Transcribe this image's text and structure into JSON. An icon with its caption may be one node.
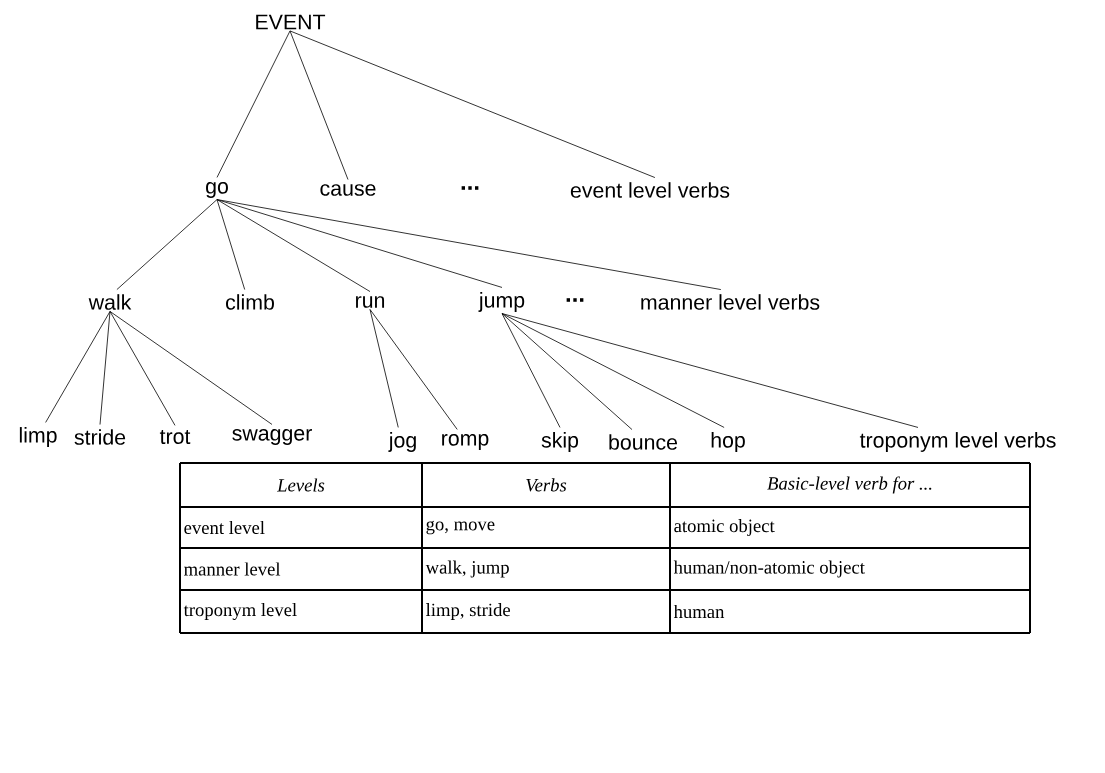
{
  "diagram": {
    "nodes": [
      {
        "text": [
          "EVENT"
        ]
      },
      {
        "text": [
          "go"
        ]
      },
      {
        "text": [
          "cause"
        ]
      },
      {
        "text": [
          "event level verbs"
        ]
      },
      {
        "text": [
          "walk"
        ]
      },
      {
        "text": [
          "climb"
        ]
      },
      {
        "text": [
          "run"
        ]
      },
      {
        "text": [
          "jump"
        ]
      },
      {
        "text": [
          "manner level verbs"
        ]
      },
      {
        "text": [
          "limp"
        ]
      },
      {
        "text": [
          "stride"
        ]
      },
      {
        "text": [
          "trot"
        ]
      },
      {
        "text": [
          "swagger"
        ]
      },
      {
        "text": [
          "jog"
        ]
      },
      {
        "text": [
          "romp"
        ]
      },
      {
        "text": [
          "skip"
        ]
      },
      {
        "text": [
          "bounce"
        ]
      },
      {
        "text": [
          "hop"
        ]
      },
      {
        "text": [
          "troponym level verbs"
        ]
      }
    ],
    "edges": [
      {
        "from": 0,
        "to": 1,
        "arrow": "none"
      },
      {
        "from": 0,
        "to": 2,
        "arrow": "none"
      },
      {
        "from": 0,
        "to": 3,
        "arrow": "none"
      },
      {
        "from": 1,
        "to": 4,
        "arrow": "none"
      },
      {
        "from": 1,
        "to": 5,
        "arrow": "none"
      },
      {
        "from": 1,
        "to": 6,
        "arrow": "none"
      },
      {
        "from": 1,
        "to": 7,
        "arrow": "none"
      },
      {
        "from": 1,
        "to": 8,
        "arrow": "none"
      },
      {
        "from": 4,
        "to": 9,
        "arrow": "none"
      },
      {
        "from": 4,
        "to": 10,
        "arrow": "none"
      },
      {
        "from": 4,
        "to": 11,
        "arrow": "none"
      },
      {
        "from": 4,
        "to": 12,
        "arrow": "none"
      },
      {
        "from": 6,
        "to": 13,
        "arrow": "none"
      },
      {
        "from": 6,
        "to": 14,
        "arrow": "none"
      },
      {
        "from": 7,
        "to": 15,
        "arrow": "none"
      },
      {
        "from": 7,
        "to": 16,
        "arrow": "none"
      },
      {
        "from": 7,
        "to": 17,
        "arrow": "none"
      },
      {
        "from": 7,
        "to": 18,
        "arrow": "none"
      }
    ],
    "labels": [
      "...",
      "...",
      "Levels",
      "Verbs",
      "Basic-level verb for ...",
      "event level",
      "go, move",
      "atomic object",
      "manner level",
      "walk, jump",
      "human/non-atomic object",
      "troponym level",
      "limp, stride",
      "human"
    ]
  }
}
